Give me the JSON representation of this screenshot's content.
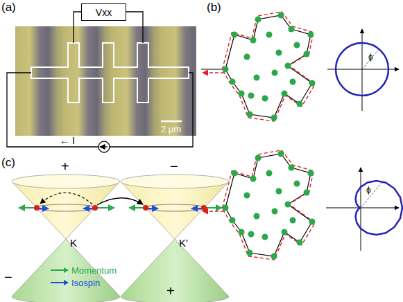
{
  "diagram": {
    "nodes": [
      {
        "text": [
          "Vxx"
        ]
      }
    ],
    "labels": [
      "(a)",
      "(b)",
      "ϕ",
      "← I",
      "2 μm",
      "(c)",
      "+",
      "−",
      "K",
      "K′",
      "−",
      "+",
      "ϕ"
    ],
    "legend": [
      {
        "text": "Momentum"
      },
      {
        "text": "Isospin"
      }
    ]
  }
}
